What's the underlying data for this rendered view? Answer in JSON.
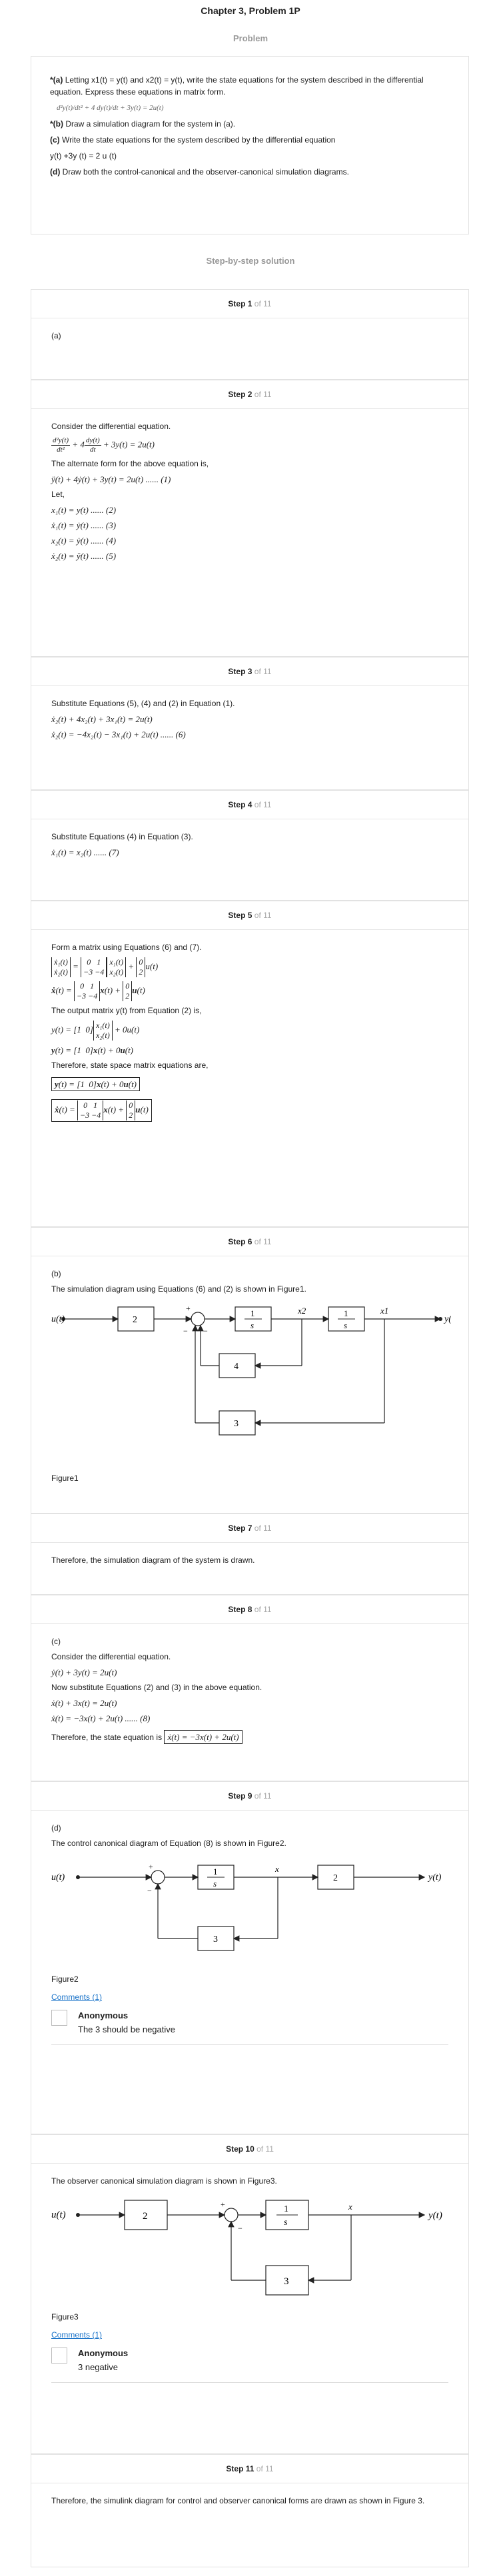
{
  "header": {
    "title": "Chapter 3, Problem 1P",
    "problem_label": "Problem",
    "solution_label": "Step-by-step solution"
  },
  "problem": {
    "a_label": "*(a)",
    "a_text": "Letting x1(t) = y(t) and x2(t) = y(t), write the state equations for the system described in the differential equation. Express these equations in matrix form.",
    "ode": "d²y(t)/dt² + 4 dy(t)/dt + 3y(t) = 2u(t)",
    "b_label": "*(b)",
    "b_text": "Draw a simulation diagram for the system in (a).",
    "c_label": "(c)",
    "c_text": "Write the state equations for the system described by the differential equation",
    "c_eq": "y(t) +3y (t) = 2 u (t)",
    "d_label": "(d)",
    "d_text": "Draw both the control-canonical and the observer-canonical simulation diagrams."
  },
  "steps": [
    {
      "n": "1",
      "of": "of 11",
      "label": "Step",
      "text": "(a)"
    },
    {
      "n": "2",
      "of": "of 11",
      "label": "Step",
      "intro": "Consider the differential equation.",
      "alt": "The alternate form for the above equation is,",
      "let": "Let,",
      "e1": "ÿ(t) + 4ẏ(t) + 3y(t) = 2u(t) ...... (1)",
      "e2": "x₁(t) = y(t) ...... (2)",
      "e3": "ẋ₁(t) = ẏ(t) ...... (3)",
      "e4": "x₂(t) = ẏ(t) ...... (4)",
      "e5": "ẋ₂(t) = ÿ(t) ...... (5)"
    },
    {
      "n": "3",
      "of": "of 11",
      "label": "Step",
      "intro": "Substitute Equations (5), (4) and (2) in Equation (1).",
      "e1": "ẋ₂(t) + 4x₂(t) + 3x₁(t) = 2u(t)",
      "e2": "ẋ₂(t) = −4x₂(t) − 3x₁(t) + 2u(t) ...... (6)"
    },
    {
      "n": "4",
      "of": "of 11",
      "label": "Step",
      "intro": "Substitute Equations (4) in Equation (3).",
      "e1": "ẋ₁(t) = x₂(t) ...... (7)"
    },
    {
      "n": "5",
      "of": "of 11",
      "label": "Step",
      "intro": "Form a matrix using Equations (6) and (7).",
      "output": "The output matrix  y(t) from Equation (2) is,",
      "therefore": "Therefore, state space matrix equations are,"
    },
    {
      "n": "6",
      "of": "of 11",
      "label": "Step",
      "part": "(b)",
      "intro": "The simulation diagram using Equations (6) and (2) is shown in Figure1.",
      "caption": "Figure1"
    },
    {
      "n": "7",
      "of": "of 11",
      "label": "Step",
      "text": "Therefore, the simulation diagram of the system is drawn."
    },
    {
      "n": "8",
      "of": "of 11",
      "label": "Step",
      "part": "(c)",
      "intro": "Consider the differential equation.",
      "e1": "ẏ(t) + 3y(t) = 2u(t)",
      "sub": "Now substitute Equations (2) and (3) in the above equation.",
      "e2": "ẋ(t) + 3x(t) = 2u(t)",
      "e3": "ẋ(t) = −3x(t) + 2u(t) ...... (8)",
      "therefore": "Therefore, the state equation is",
      "boxed": "ẋ(t) = −3x(t) + 2u(t)"
    },
    {
      "n": "9",
      "of": "of 11",
      "label": "Step",
      "part": "(d)",
      "intro": "The control canonical diagram of Equation (8) is shown in Figure2.",
      "caption": "Figure2",
      "comments": "Comments (1)",
      "author": "Anonymous",
      "comment": "The 3 should be negative"
    },
    {
      "n": "10",
      "of": "of 11",
      "label": "Step",
      "intro": "The observer canonical simulation diagram is shown in Figure3.",
      "caption": "Figure3",
      "comments": "Comments (1)",
      "author": "Anonymous",
      "comment": "3 negative"
    },
    {
      "n": "11",
      "of": "of 11",
      "label": "Step",
      "text": "Therefore, the simulink diagram for control and observer canonical forms are drawn as shown in Figure 3."
    }
  ],
  "diagram_labels": {
    "u": "u(t)",
    "y": "y(t)",
    "two": "2",
    "four": "4",
    "three": "3",
    "one": "1",
    "s": "s",
    "x1": "x1",
    "x2": "x2",
    "x": "x",
    "plus": "+",
    "minus": "−"
  },
  "colors": {
    "link": "#1a73c9",
    "muted": "#999999",
    "border": "#e2e2e2"
  }
}
